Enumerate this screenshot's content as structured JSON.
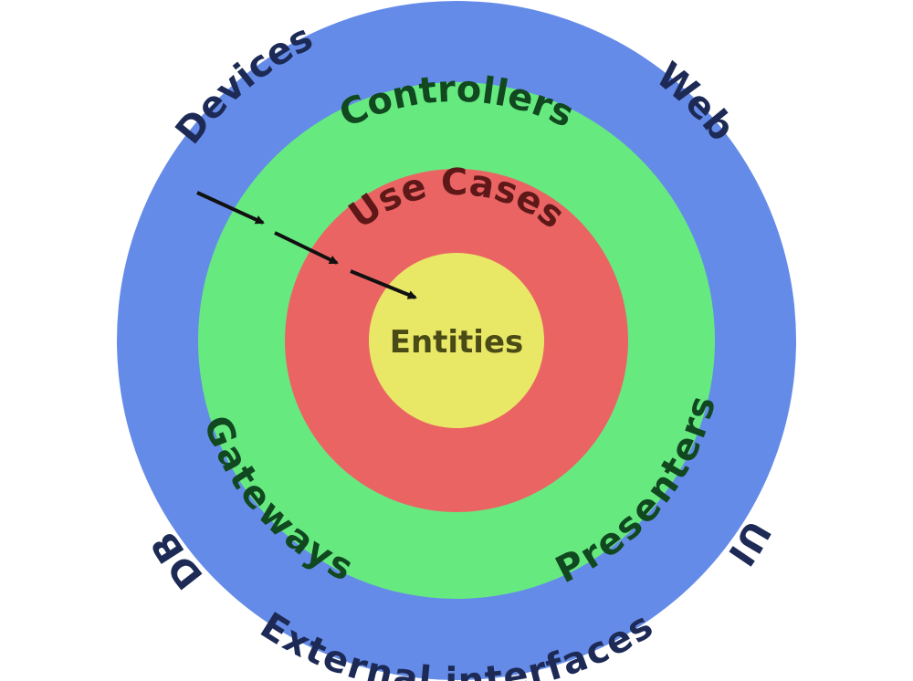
{
  "diagram": {
    "rings": {
      "outer": {
        "color": "#658be8",
        "text_color": "#1c2a55"
      },
      "middle": {
        "color": "#66ea80",
        "text_color": "#11481f"
      },
      "inner": {
        "color": "#eb6464",
        "text_color": "#5e1818"
      },
      "core": {
        "color": "#e8e866",
        "text_color": "#4a4a17"
      }
    },
    "labels": {
      "devices": "Devices",
      "web": "Web",
      "db": "DB",
      "ui": "UI",
      "external_interfaces": "External interfaces",
      "controllers": "Controllers",
      "gateways": "Gateways",
      "presenters": "Presenters",
      "use_cases": "Use Cases",
      "entities": "Entities"
    },
    "arrow_color": "#111111"
  }
}
